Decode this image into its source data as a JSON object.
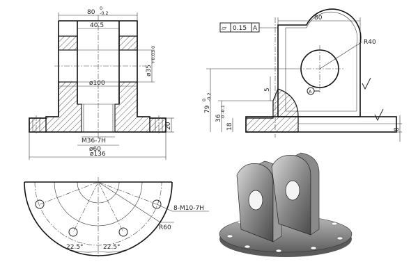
{
  "front_view": {
    "top_width": "80",
    "top_width_tol_upper": "0",
    "top_width_tol_lower": "-0.2",
    "bore_width": "40.5",
    "hub_diameter": "ø100",
    "side_bore": "ø35",
    "side_bore_tol": "+0.03 0",
    "thread": "M36-7H",
    "inner_diameter": "ø60",
    "flange_diameter": "ø136",
    "flange_thickness": "20"
  },
  "side_view": {
    "flatness_symbol": "⏥",
    "flatness_value": "0.15",
    "datum": "A",
    "width": "80",
    "radius": "R40",
    "height": "79",
    "height_tol_upper": "0",
    "height_tol_lower": "-0.2",
    "lower_height": "36",
    "lower_height_tol": "0 -0.1",
    "depth": "18",
    "gusset": "5",
    "flange_thickness": "8",
    "datum_label": "A"
  },
  "bottom_view": {
    "holes": "8-M10-7H",
    "bolt_radius": "R60",
    "angle_left": "22.5°",
    "angle_right": "22.5°"
  }
}
